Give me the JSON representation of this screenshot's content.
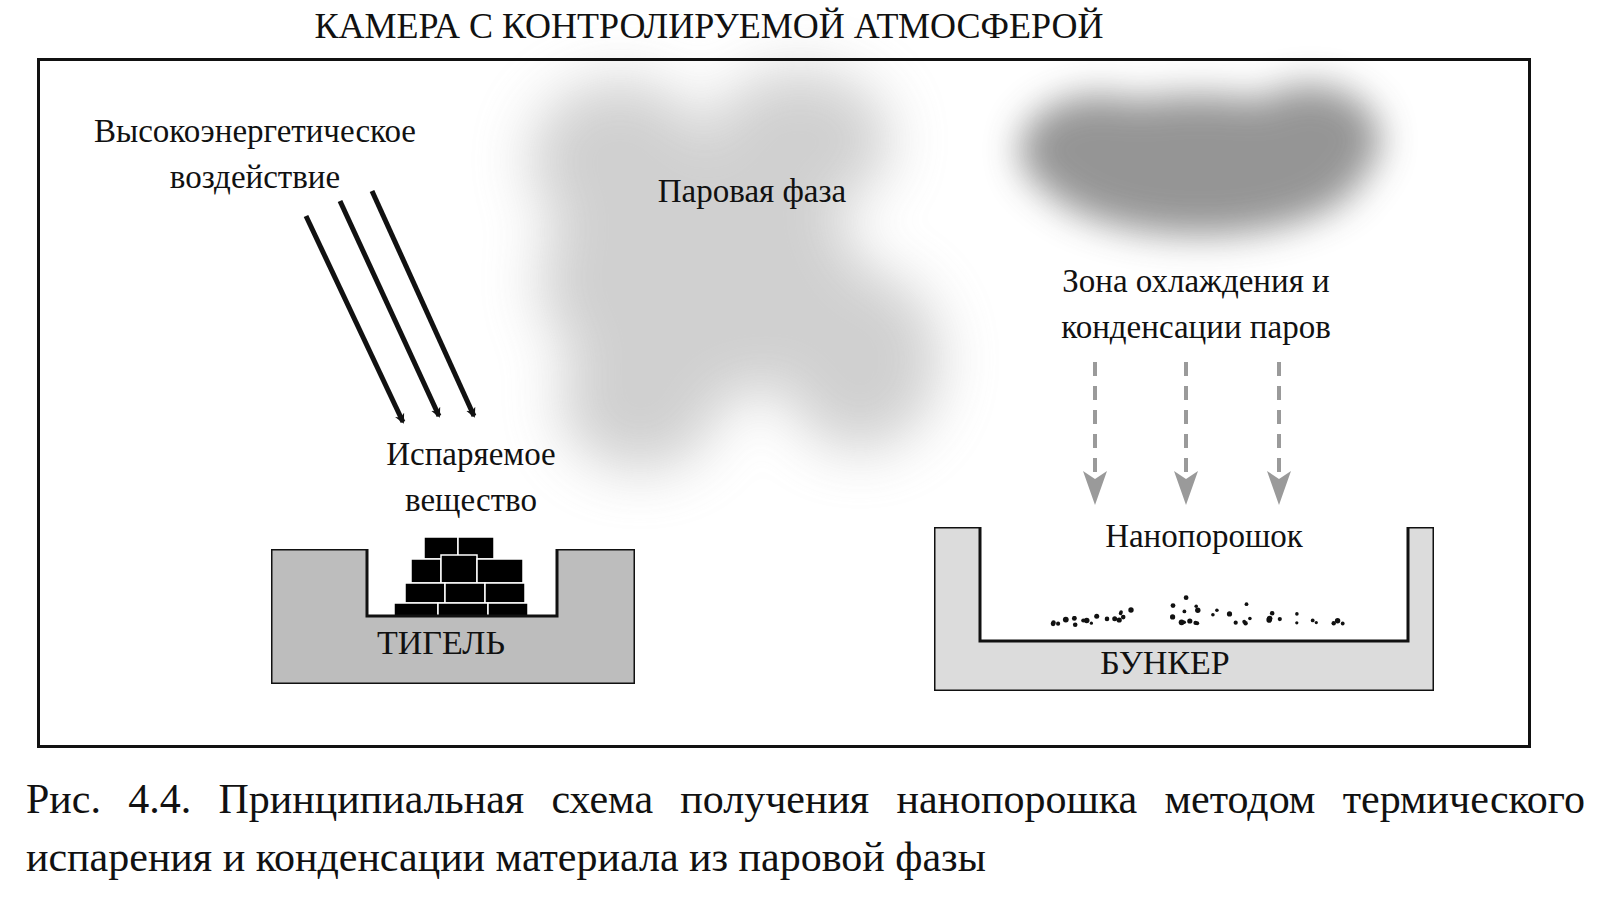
{
  "diagram": {
    "caption": "Рис. 4.4. Принципиальная схема получения нанопорошка методом термического испарения и конденсации материала из паровой фазы",
    "nodes": [
      {
        "text": [
          "КАМЕРА С КОНТРОЛИРУЕМОЙ АТМОСФЕРОЙ"
        ]
      },
      {
        "text": [
          "ТИГЕЛЬ"
        ],
        "in": 0
      },
      {
        "text": [
          "БУНКЕР"
        ],
        "in": 0
      }
    ],
    "labels": [
      "Высокоэнергетическое воздействие",
      "Испаряемое вещество",
      "Паровая фаза",
      "Зона охлаждения и конденсации паров",
      "Нанопорошок"
    ]
  }
}
